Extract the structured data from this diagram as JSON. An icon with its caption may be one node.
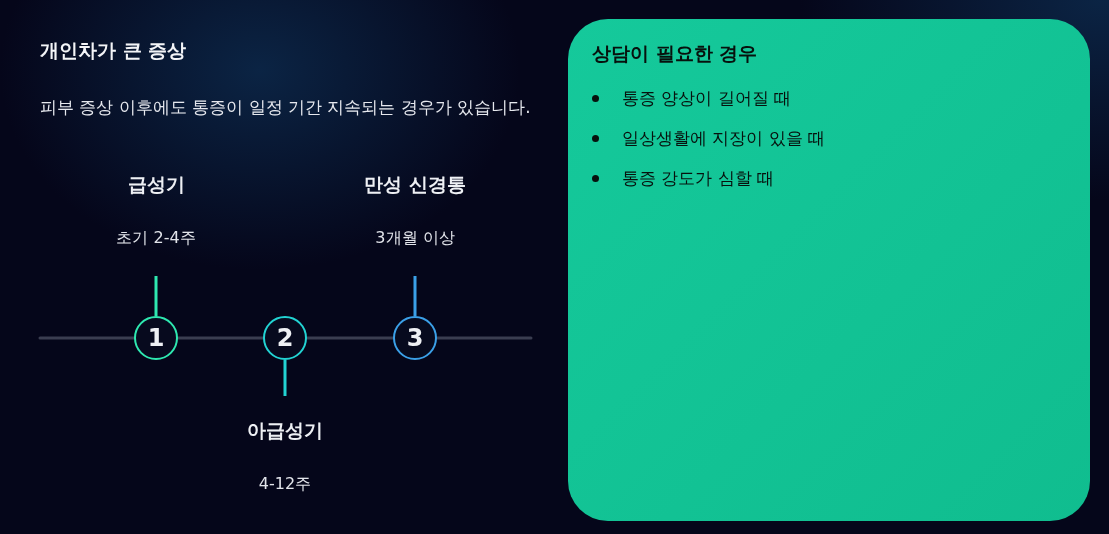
{
  "diagram": {
    "title": "개인차가 큰 증상",
    "nodes": [
      {
        "text": [
          "1"
        ]
      },
      {
        "text": [
          "급성기",
          "초기 2-4주"
        ]
      },
      {
        "text": [
          "2"
        ]
      },
      {
        "text": [
          "아급성기",
          "4-12주"
        ]
      },
      {
        "text": [
          "3"
        ]
      },
      {
        "text": [
          "만성 신경통",
          "3개월 이상"
        ]
      },
      {
        "text": [
          "상담이 필요한 경우",
          "통증 양상이 길어질 때",
          "일상생활에 지장이 있을 때",
          "통증 강도가 심할 때"
        ]
      }
    ],
    "edges": [
      {
        "from": 0,
        "to": 1,
        "arrow": "none",
        "color": "#2ee8b0"
      },
      {
        "from": 2,
        "to": 3,
        "arrow": "none",
        "color": "#22d3d3"
      },
      {
        "from": 4,
        "to": 5,
        "arrow": "none",
        "color": "#3ba0e8"
      }
    ],
    "labels": [
      "피부 증상 이후에도 통증이 일정 기간 지속되는 경우가 있습니다."
    ]
  }
}
